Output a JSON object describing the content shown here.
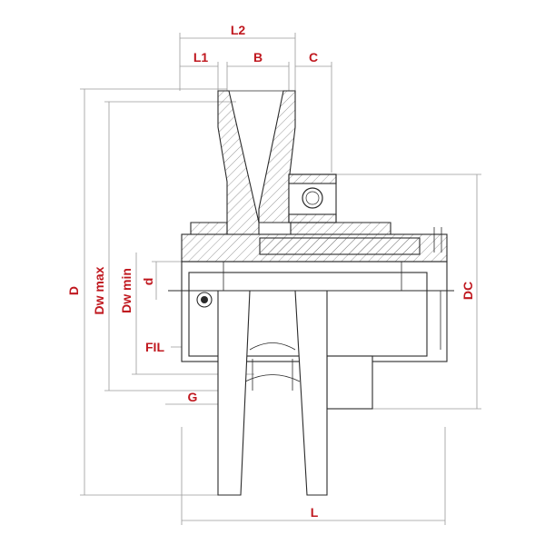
{
  "drawing": {
    "labels": {
      "L2": "L2",
      "L1": "L1",
      "B": "B",
      "C": "C",
      "D": "D",
      "Dw_max": "Dw max",
      "Dw_min": "Dw min",
      "d": "d",
      "DC": "DC",
      "FIL": "FIL",
      "G": "G",
      "L": "L"
    },
    "colors": {
      "label": "#c0181f",
      "line": "#2a2a2a",
      "dimension": "#9a9a9a"
    }
  }
}
